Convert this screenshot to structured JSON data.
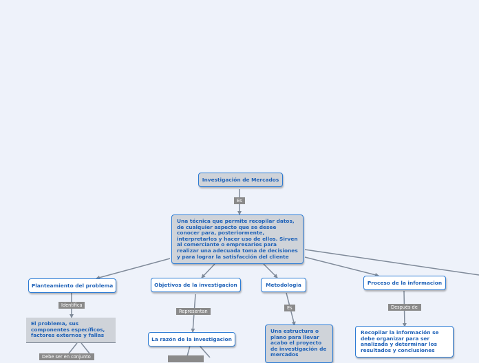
{
  "nodes": {
    "root": "Investigación de Mercados",
    "definition": "Una técnica que permite recopilar datos, de cualquier aspecto que se desee conocer para, posteriormente, interpretarlos y hacer uso de ellos. Sirven al comerciante o empresarios para realizar una adecuada toma de decisiones y para lograr la satisfacción del cliente",
    "planteamiento": "Planteamiento del problema",
    "objetivos": "Objetivos de la investigacion",
    "metodologia": "Metodologia",
    "proceso": "Proceso de la informacion",
    "problema_desc": "El problema, sus componentes específicos, factores externos y fallas",
    "razon": "La razón de la investigacion",
    "estructura": "Una estructura o plano para llevar acabo el proyecto de investigación de mercados",
    "recopilar": "Recopilar la información se debe organizar para ser analizada y determinar los resultados y conclusiones"
  },
  "labels": {
    "es_1": "Es",
    "identifica": "Identifica",
    "representan": "Representan",
    "es_2": "Es",
    "despues_de": "Después de",
    "partial_bottom": "Debe ser en conjunto"
  }
}
